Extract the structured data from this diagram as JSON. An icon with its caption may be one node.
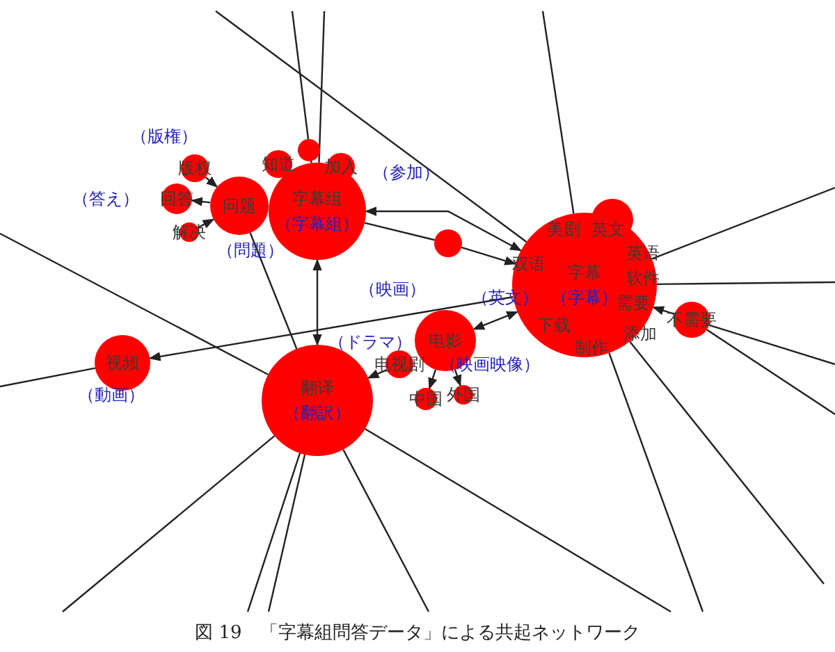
{
  "diagram": {
    "caption": "図 19　「字幕組問答データ」による共起ネットワーク",
    "nodes": [
      {
        "text": [
          "字幕组",
          "（字幕組）"
        ]
      },
      {
        "text": [
          "问题"
        ],
        "beside": [
          "（問題）"
        ]
      },
      {
        "text": [
          "版权"
        ],
        "beside": [
          "（版権）"
        ]
      },
      {
        "text": [
          "回答"
        ],
        "beside": [
          "（答え）"
        ]
      },
      {
        "text": [
          "解决"
        ]
      },
      {
        "text": [
          "知道"
        ]
      },
      {
        "text": [],
        "shape": "circle"
      },
      {
        "text": [
          "加入"
        ],
        "beside": [
          "（参加）"
        ]
      },
      {
        "text": [],
        "shape": "circle"
      },
      {
        "text": [
          "字幕",
          "（字幕）"
        ]
      },
      {
        "text": [
          "不需要"
        ]
      },
      {
        "text": [
          "电影"
        ],
        "beside": [
          "（映画映像）"
        ]
      },
      {
        "text": [
          "电视剧"
        ],
        "beside": [
          "（ドラマ）"
        ]
      },
      {
        "text": [
          "中国"
        ]
      },
      {
        "text": [
          "外国"
        ]
      },
      {
        "text": [
          "视频"
        ],
        "beside": [
          "（動画）"
        ]
      },
      {
        "text": [
          "翻译",
          "（翻訳）"
        ]
      }
    ],
    "edges": [
      {
        "from": 2,
        "to": 1,
        "arrow": "to"
      },
      {
        "from": 1,
        "to": 3,
        "arrow": "to"
      },
      {
        "from": 4,
        "to": 1,
        "arrow": "to"
      },
      {
        "from": 0,
        "to": 9,
        "arrow": "both"
      },
      {
        "from": 8,
        "to": 9,
        "arrow": "to"
      },
      {
        "from": 0,
        "to": 8,
        "arrow": "none"
      },
      {
        "from": 0,
        "to": 16,
        "arrow": "both"
      },
      {
        "from": 1,
        "to": 16,
        "arrow": "none"
      },
      {
        "from": 9,
        "to": 15,
        "arrow": "to"
      },
      {
        "from": 11,
        "to": 9,
        "arrow": "both"
      },
      {
        "from": 12,
        "to": 16,
        "arrow": "to"
      },
      {
        "from": 11,
        "to": 13,
        "arrow": "to"
      },
      {
        "from": 11,
        "to": 14,
        "arrow": "to"
      },
      {
        "from": 10,
        "to": 9,
        "arrow": "to"
      },
      {
        "from": null,
        "to": 9,
        "arrow": "none"
      },
      {
        "from": null,
        "to": 0,
        "arrow": "none"
      },
      {
        "from": null,
        "to": 0,
        "arrow": "none"
      },
      {
        "from": null,
        "to": 9,
        "arrow": "none"
      },
      {
        "from": null,
        "to": 9,
        "arrow": "none"
      },
      {
        "from": null,
        "to": 9,
        "arrow": "none"
      },
      {
        "from": null,
        "to": 10,
        "arrow": "none"
      },
      {
        "from": null,
        "to": 10,
        "arrow": "none"
      },
      {
        "from": null,
        "to": 9,
        "arrow": "none"
      },
      {
        "from": null,
        "to": 9,
        "arrow": "none"
      },
      {
        "from": null,
        "to": 16,
        "arrow": "none"
      },
      {
        "from": null,
        "to": 15,
        "arrow": "none"
      },
      {
        "from": null,
        "to": 16,
        "arrow": "none"
      },
      {
        "from": null,
        "to": 16,
        "arrow": "none"
      },
      {
        "from": null,
        "to": 16,
        "arrow": "none"
      },
      {
        "from": null,
        "to": 16,
        "arrow": "none"
      },
      {
        "from": null,
        "to": 16,
        "arrow": "none"
      }
    ],
    "labels": [
      "美剧",
      "英文",
      "双语",
      "英语",
      "软件",
      "需要",
      "下载",
      "制作",
      "添加",
      "（英文）",
      "（映画）"
    ]
  }
}
